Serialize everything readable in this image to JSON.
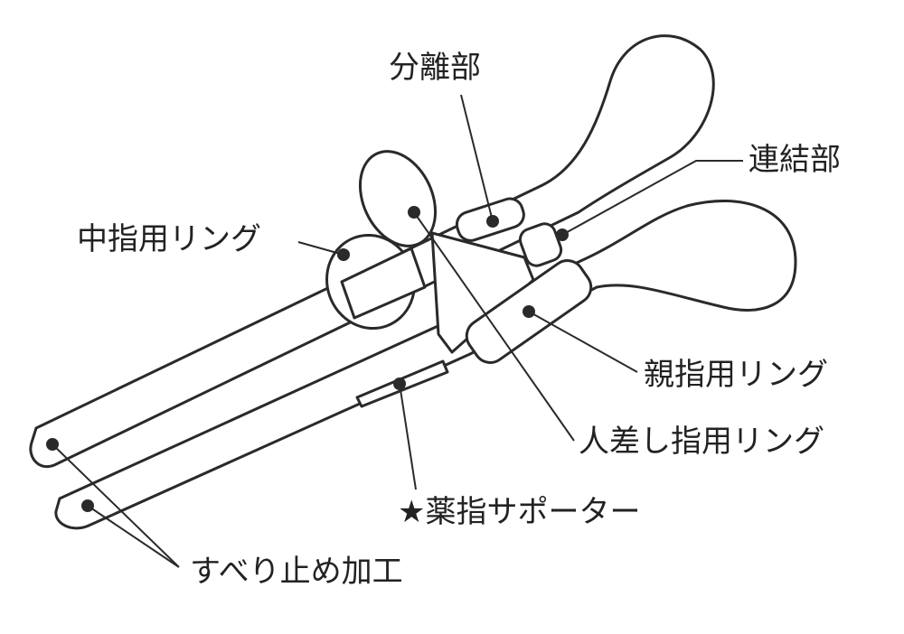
{
  "labels": {
    "separator": "分離部",
    "connector": "連結部",
    "middle_finger_ring": "中指用リング",
    "thumb_ring": "親指用リング",
    "index_finger_ring": "人差し指用リング",
    "ring_finger_support": "★薬指サポーター",
    "non_slip": "すべり止め加工"
  },
  "colors": {
    "line": "#2a2a2a",
    "background": "#ffffff"
  }
}
